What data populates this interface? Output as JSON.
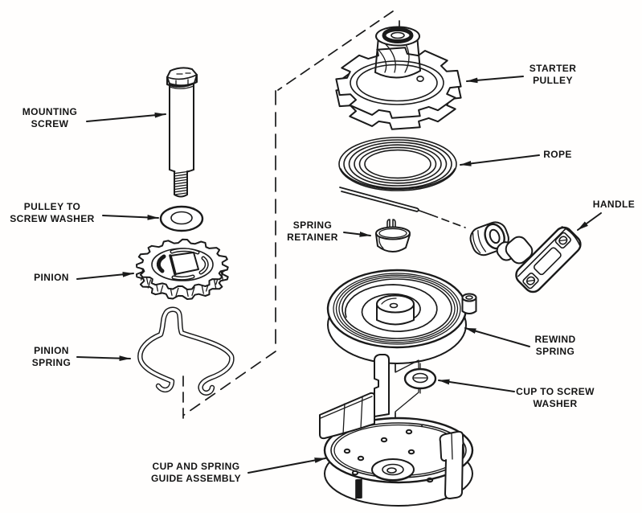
{
  "figure": {
    "background_color": "#ffffff",
    "line_color": "#1a1a1a",
    "labels": {
      "mounting_screw": {
        "line1": "MOUNTING",
        "line2": "SCREW"
      },
      "pulley_to_screw_washer": {
        "line1": "PULLEY TO",
        "line2": "SCREW WASHER"
      },
      "pinion": {
        "line1": "PINION"
      },
      "pinion_spring": {
        "line1": "PINION",
        "line2": "SPRING"
      },
      "starter_pulley": {
        "line1": "STARTER",
        "line2": "PULLEY"
      },
      "rope": {
        "line1": "ROPE"
      },
      "handle": {
        "line1": "HANDLE"
      },
      "spring_retainer": {
        "line1": "SPRING",
        "line2": "RETAINER"
      },
      "rewind_spring": {
        "line1": "REWIND",
        "line2": "SPRING"
      },
      "cup_to_screw_washer": {
        "line1": "CUP TO SCREW",
        "line2": "WASHER"
      },
      "cup_and_spring_guide_assembly": {
        "line1": "CUP AND SPRING",
        "line2": "GUIDE ASSEMBLY"
      }
    }
  }
}
